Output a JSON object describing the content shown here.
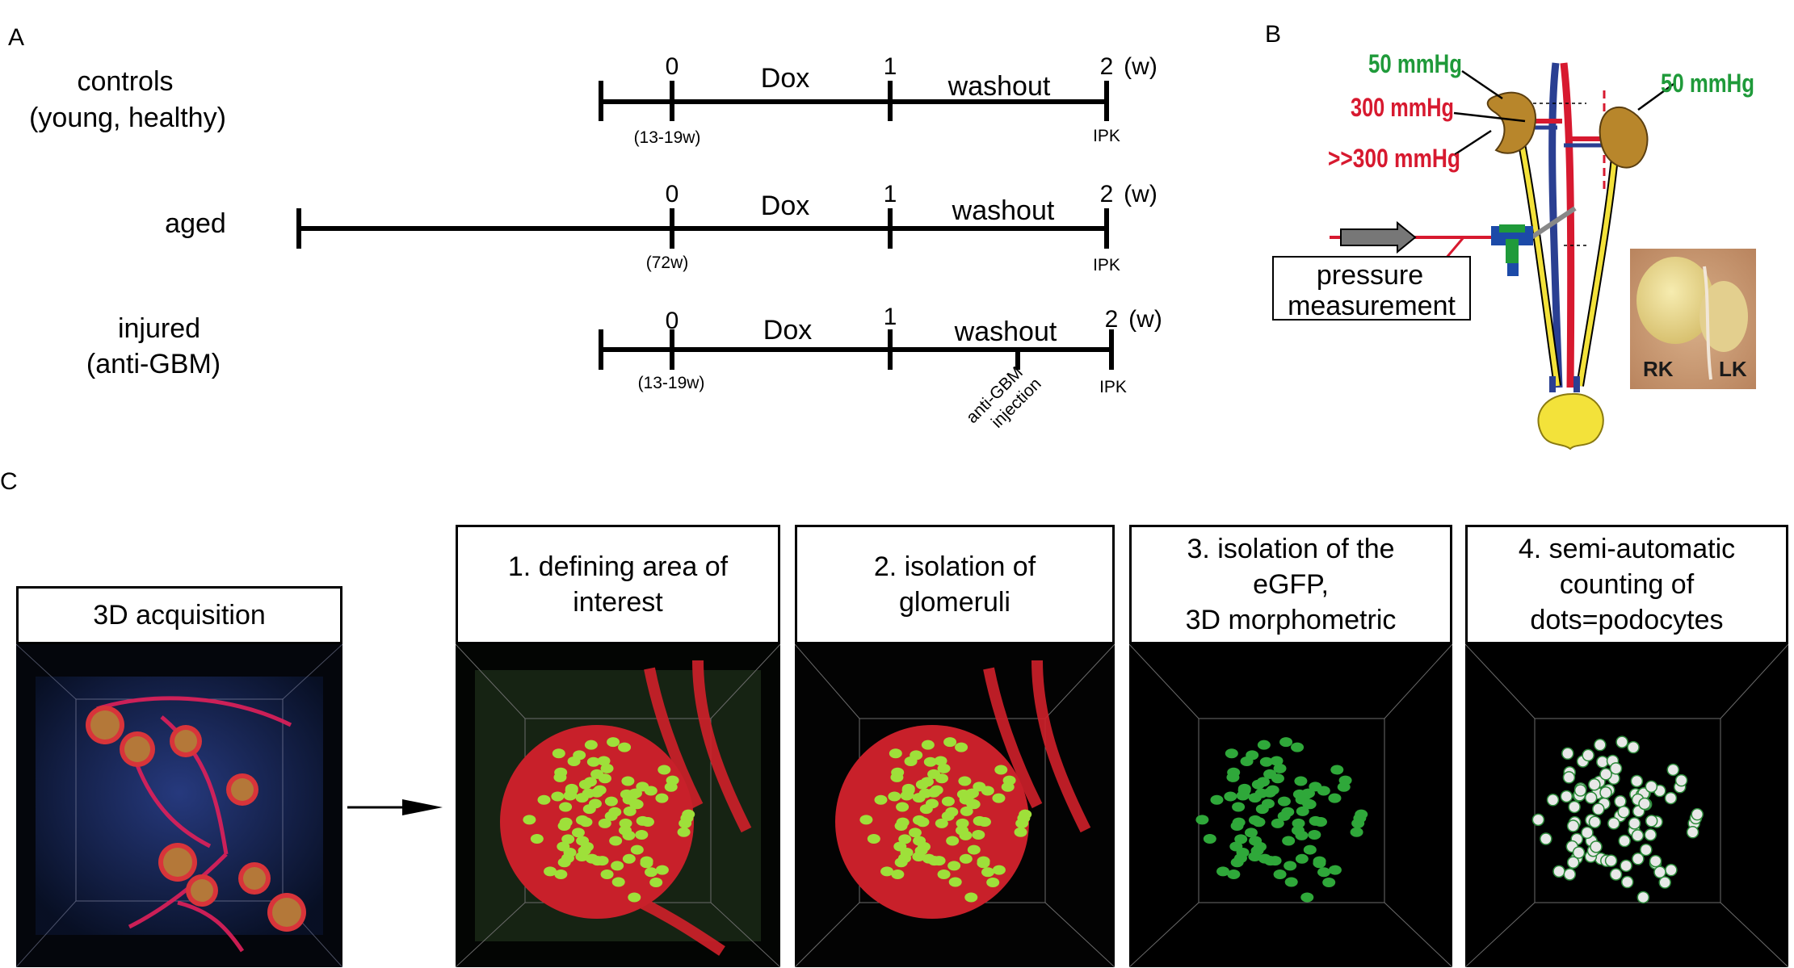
{
  "panel_labels": {
    "a": "A",
    "b": "B",
    "c": "C"
  },
  "timelines": [
    {
      "group": "controls",
      "group_sub": "(young, healthy)",
      "tick_labels": [
        "0",
        "1",
        "2"
      ],
      "unit": "(w)",
      "phase_1": "Dox",
      "phase_2": "washout",
      "start_note": "(13-19w)",
      "end_note": "IPK"
    },
    {
      "group": "aged",
      "tick_labels": [
        "0",
        "1",
        "2"
      ],
      "unit": "(w)",
      "phase_1": "Dox",
      "phase_2": "washout",
      "start_note": "(72w)",
      "end_note": "IPK"
    },
    {
      "group": "injured",
      "group_sub": "(anti-GBM)",
      "tick_labels": [
        "0",
        "1",
        "2"
      ],
      "unit": "(w)",
      "phase_1": "Dox",
      "phase_2": "washout",
      "start_note": "(13-19w)",
      "end_note": "IPK",
      "injection_line1": "anti-GBM",
      "injection_line2": "injection"
    }
  ],
  "panel_b": {
    "pressures": {
      "top_left": "50 mmHg",
      "top_right": "50 mmHg",
      "middle": "300 mmHg",
      "bottom": ">>300 mmHg"
    },
    "pressure_box_line1": "pressure",
    "pressure_box_line2": "measurement",
    "photo_labels": {
      "left": "RK",
      "right": "LK"
    },
    "colors": {
      "green": "#1f9a3a",
      "red": "#d7192f",
      "kidney": "#b8862b",
      "ureter": "#f3e23a"
    }
  },
  "panel_c": {
    "acquisition": "3D acquisition",
    "steps": [
      {
        "line1": "1. defining area of",
        "line2": "interest"
      },
      {
        "line1": "2. isolation of",
        "line2": "glomeruli"
      },
      {
        "line1": "3. isolation of the",
        "line2": "eGFP,",
        "line3": "3D morphometric"
      },
      {
        "line1": "4. semi-automatic",
        "line2": "counting of",
        "line3": "dots=podocytes"
      }
    ]
  }
}
